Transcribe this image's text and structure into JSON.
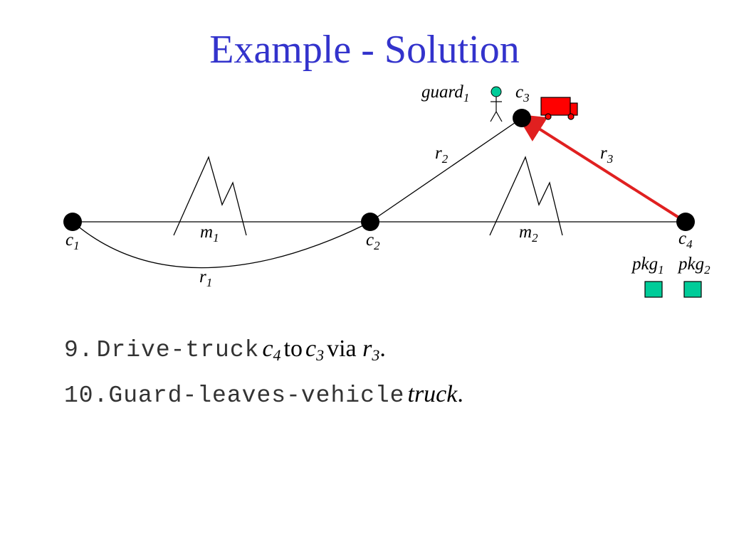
{
  "title": "Example - Solution",
  "nodes": {
    "c1": {
      "base": "c",
      "sub": "1"
    },
    "c2": {
      "base": "c",
      "sub": "2"
    },
    "c3": {
      "base": "c",
      "sub": "3"
    },
    "c4": {
      "base": "c",
      "sub": "4"
    }
  },
  "roads": {
    "r1": {
      "base": "r",
      "sub": "1"
    },
    "r2": {
      "base": "r",
      "sub": "2"
    },
    "r3": {
      "base": "r",
      "sub": "3"
    }
  },
  "mountains": {
    "m1": {
      "base": "m",
      "sub": "1"
    },
    "m2": {
      "base": "m",
      "sub": "2"
    }
  },
  "guard": {
    "base": "guard",
    "sub": "1"
  },
  "packages": [
    {
      "base": "pkg",
      "sub": "1"
    },
    {
      "base": "pkg",
      "sub": "2"
    }
  ],
  "colors": {
    "title": "#3333cc",
    "truck": "#ff0000",
    "route_highlight": "#e02020",
    "package": "#00cc99",
    "guard_head": "#00cc99"
  },
  "steps": [
    {
      "number": "9.",
      "action": "Drive-truck",
      "args": [
        {
          "base": "c",
          "sub": "4"
        },
        {
          "text": "to"
        },
        {
          "base": "c",
          "sub": "3"
        },
        {
          "text": "via"
        },
        {
          "base": "r",
          "sub": "3"
        }
      ],
      "end": "."
    },
    {
      "number": "10.",
      "action": "Guard-leaves-vehicle",
      "args": [
        {
          "italic": "truck"
        }
      ],
      "end": "."
    }
  ]
}
